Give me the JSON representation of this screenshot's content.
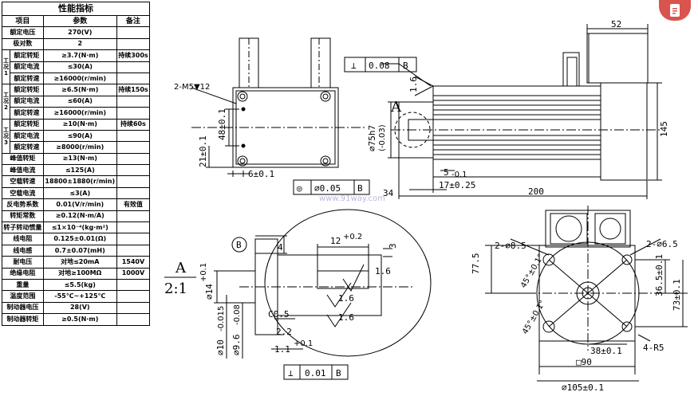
{
  "spec_table": {
    "title": "性能指标",
    "headers": [
      "项目",
      "参数",
      "备注"
    ],
    "rows": [
      {
        "group": "",
        "item": "额定电压",
        "value": "270(V)",
        "note": ""
      },
      {
        "group": "",
        "item": "极对数",
        "value": "2",
        "note": ""
      },
      {
        "group": "工况1",
        "item": "额定转矩",
        "value": "≥3.7(N·m)",
        "note": "持续300s"
      },
      {
        "group": "",
        "item": "额定电流",
        "value": "≤30(A)",
        "note": ""
      },
      {
        "group": "",
        "item": "额定转速",
        "value": "≥16000(r/min)",
        "note": ""
      },
      {
        "group": "工况2",
        "item": "额定转矩",
        "value": "≥6.5(N·m)",
        "note": "持续150s"
      },
      {
        "group": "",
        "item": "额定电流",
        "value": "≤60(A)",
        "note": ""
      },
      {
        "group": "",
        "item": "额定转速",
        "value": "≥16000(r/min)",
        "note": ""
      },
      {
        "group": "工况3",
        "item": "额定转矩",
        "value": "≥10(N·m)",
        "note": "持续60s"
      },
      {
        "group": "",
        "item": "额定电流",
        "value": "≤90(A)",
        "note": ""
      },
      {
        "group": "",
        "item": "额定转速",
        "value": "≥8000(r/min)",
        "note": ""
      },
      {
        "group": "",
        "item": "峰值转矩",
        "value": "≥13(N·m)",
        "note": ""
      },
      {
        "group": "",
        "item": "峰值电流",
        "value": "≤125(A)",
        "note": ""
      },
      {
        "group": "",
        "item": "空载转速",
        "value": "18800±1880(r/min)",
        "note": ""
      },
      {
        "group": "",
        "item": "空载电流",
        "value": "≤3(A)",
        "note": ""
      },
      {
        "group": "",
        "item": "反电势系数",
        "value": "0.01(V/r/min)",
        "note": "有效值"
      },
      {
        "group": "",
        "item": "转矩常数",
        "value": "≥0.12(N·m/A)",
        "note": ""
      },
      {
        "group": "",
        "item": "转子转动惯量",
        "value": "≤1×10⁻⁴(kg·m²)",
        "note": ""
      },
      {
        "group": "",
        "item": "线电阻",
        "value": "0.125±0.01(Ω)",
        "note": ""
      },
      {
        "group": "",
        "item": "线电感",
        "value": "0.7±0.07(mH)",
        "note": ""
      },
      {
        "group": "",
        "item": "耐电压",
        "value": "对地≤20mA",
        "note": "1540V"
      },
      {
        "group": "",
        "item": "绝缘电阻",
        "value": "对地≥100MΩ",
        "note": "1000V"
      },
      {
        "group": "",
        "item": "重量",
        "value": "≤5.5(kg)",
        "note": ""
      },
      {
        "group": "",
        "item": "温度范围",
        "value": "-55℃~+125℃",
        "note": ""
      },
      {
        "group": "",
        "item": "制动器电压",
        "value": "28(V)",
        "note": ""
      },
      {
        "group": "",
        "item": "制动器转矩",
        "value": "≥0.5(N·m)",
        "note": ""
      }
    ]
  },
  "drawing": {
    "front": {
      "hole_label": "2-M5▼12",
      "dim_48": "48±0.1",
      "dim_21": "21±0.1",
      "dim_6": "6±0.1"
    },
    "side": {
      "perp_symbol": "⊥",
      "perp_value": "0.08",
      "perp_datum": "B",
      "rough_1_6": "1.6",
      "dim_52": "52",
      "dim_145": "145",
      "section_a": "A",
      "dia_75": "⌀75h7",
      "dia_75_tol": "(-0.03)",
      "dim_5": "5",
      "dim_5_tol": "-0.1",
      "dim_17": "17±0.25",
      "dim_34": "34",
      "dim_200": "200",
      "circ_symbol": "◎",
      "circ_value": "⌀0.05",
      "circ_datum": "B"
    },
    "detail": {
      "title_a": "A",
      "scale": "2:1",
      "datum_b": "B",
      "dim_4": "4",
      "dim_12": "12",
      "dim_12_tol": "+0.2",
      "dim_3": "3",
      "rough_a": "1.6",
      "rough_b": "1.6",
      "rough_c": "1.6",
      "dia_14": "⌀14",
      "dia_14_tol": "+0.1",
      "dia_10": "⌀10",
      "dia_10_tol": "-0.015",
      "dia_9_6": "⌀9.6",
      "dia_9_6_tol": "-0.08",
      "chamfer": "C0.5",
      "dim_2_2": "2.2",
      "dim_1_1": "1.1",
      "dim_1_1_tol": "+0.1",
      "perp_value": "0.01",
      "perp_datum": "B"
    },
    "flange": {
      "dim_77_5": "77.5",
      "hole_8_5": "2-⌀8.5",
      "hole_6_5": "2-⌀6.5",
      "dim_45_top": "45°±0.1°",
      "dim_45_bottom": "45°±0.1°",
      "dim_36_5": "36.5±0.1",
      "dim_73": "73±0.1",
      "dim_38": "38±0.1",
      "dim_r5": "4-R5",
      "dim_90": "□90",
      "dia_105": "⌀105±0.1"
    },
    "watermark": "www.91way.com"
  },
  "badge_icon": "notice-icon"
}
